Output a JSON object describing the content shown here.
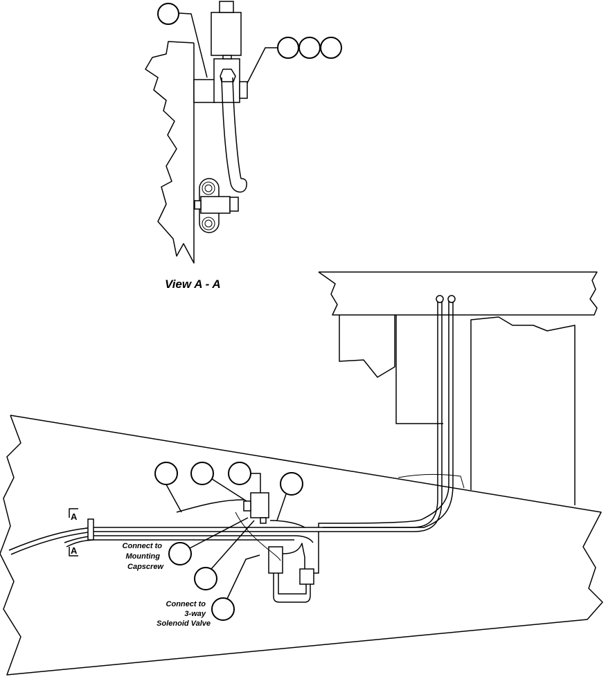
{
  "view_title": "View A - A",
  "section_markers": [
    "A",
    "A"
  ],
  "notes": {
    "mounting_capscrew": [
      "Connect to",
      "Mounting",
      "Capscrew"
    ],
    "solenoid_valve": [
      "Connect to",
      "3-way",
      "Solenoid Valve"
    ]
  }
}
